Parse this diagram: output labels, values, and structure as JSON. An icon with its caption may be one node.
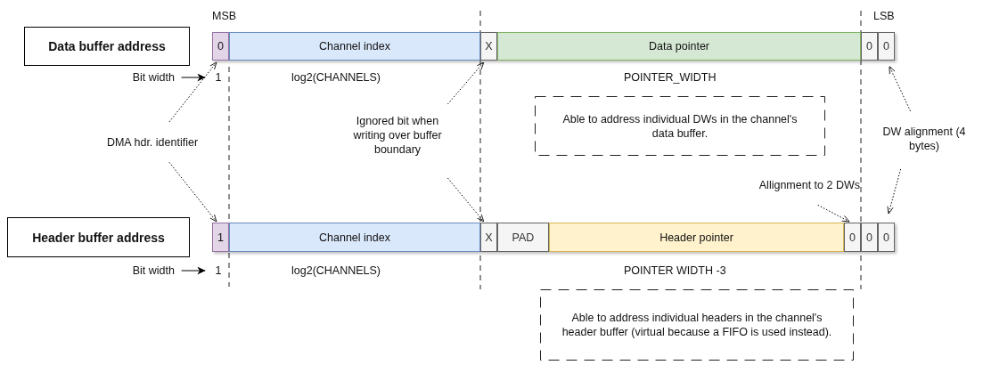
{
  "diagram": {
    "nodes": [
      {
        "text": [
          "Data buffer address"
        ]
      },
      {
        "text": [
          "0"
        ]
      },
      {
        "text": [
          "Channel index"
        ]
      },
      {
        "text": [
          "X"
        ]
      },
      {
        "text": [
          "Data pointer"
        ]
      },
      {
        "text": [
          "0"
        ]
      },
      {
        "text": [
          "0"
        ]
      },
      {
        "text": [
          "Bit width"
        ]
      },
      {
        "text": [
          "1"
        ]
      },
      {
        "text": [
          "DMA hdr. identifier"
        ]
      },
      {
        "text": [
          "Ignored bit when writing over buffer boundary"
        ]
      },
      {
        "text": [
          "Able to address individual DWs in the channel's data buffer."
        ]
      },
      {
        "text": [
          "DW alignment (4 bytes)"
        ]
      },
      {
        "text": [
          "Allignment to 2 DWs"
        ]
      },
      {
        "text": [
          "Header buffer address"
        ]
      },
      {
        "text": [
          "1"
        ]
      },
      {
        "text": [
          "Channel index"
        ]
      },
      {
        "text": [
          "X"
        ]
      },
      {
        "text": [
          "PAD"
        ]
      },
      {
        "text": [
          "Header pointer"
        ]
      },
      {
        "text": [
          "0"
        ]
      },
      {
        "text": [
          "0"
        ]
      },
      {
        "text": [
          "0"
        ]
      },
      {
        "text": [
          "Bit width"
        ]
      },
      {
        "text": [
          "1"
        ]
      },
      {
        "text": [
          "Able to address individual headers in the channel's header buffer (virtual because a FIFO is used instead)."
        ]
      }
    ],
    "edges": [
      {
        "from": 7,
        "to": 8,
        "arrow": "to"
      },
      {
        "from": 9,
        "to": 1,
        "arrow": "to",
        "style": "dashed"
      },
      {
        "from": 9,
        "to": 15,
        "arrow": "to",
        "style": "dashed"
      },
      {
        "from": 10,
        "to": 3,
        "arrow": "to",
        "style": "dashed"
      },
      {
        "from": 10,
        "to": 17,
        "arrow": "to",
        "style": "dashed"
      },
      {
        "from": 12,
        "to": 6,
        "arrow": "to",
        "style": "dashed"
      },
      {
        "from": 12,
        "to": 22,
        "arrow": "to",
        "style": "dashed"
      },
      {
        "from": 13,
        "to": 20,
        "arrow": "to",
        "style": "dashed"
      },
      {
        "from": 23,
        "to": 24,
        "arrow": "to"
      }
    ],
    "labels": [
      "MSB",
      "LSB",
      "log2(CHANNELS)",
      "POINTER_WIDTH",
      "log2(CHANNELS)",
      "POINTER WIDTH -3"
    ]
  }
}
